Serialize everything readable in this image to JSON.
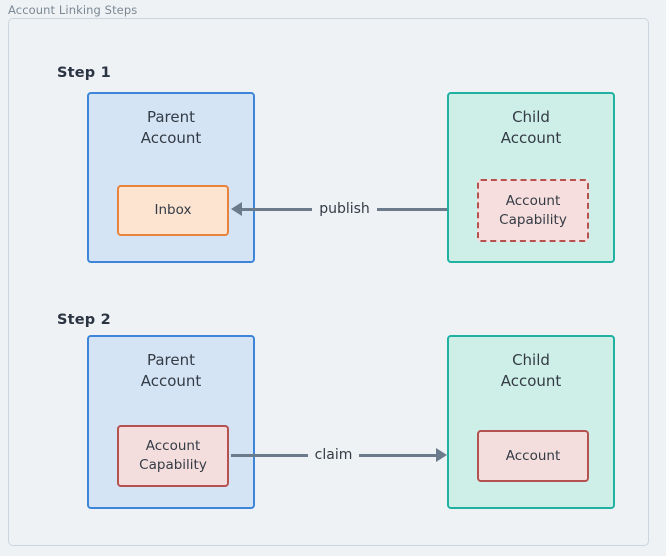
{
  "panel": {
    "title": "Account Linking Steps",
    "border_color": "#ccd4dd",
    "background": "#eef2f5"
  },
  "steps": [
    {
      "label": "Step 1",
      "parent": {
        "title": "Parent\nAccount",
        "fill": "#d4e4f5",
        "stroke": "#3d85d8",
        "inner": {
          "label": "Inbox",
          "fill": "#fce4d1",
          "stroke": "#e8833b",
          "dashed": false
        }
      },
      "child": {
        "title": "Child\nAccount",
        "fill": "#cdefe8",
        "stroke": "#1fb2a0",
        "inner": {
          "label": "Account\nCapability",
          "fill": "#f5dedd",
          "stroke": "#b5524f",
          "dashed": true
        }
      },
      "arrow": {
        "label": "publish",
        "direction": "left",
        "color": "#6b7b8c"
      }
    },
    {
      "label": "Step 2",
      "parent": {
        "title": "Parent\nAccount",
        "fill": "#d4e4f5",
        "stroke": "#3d85d8",
        "inner": {
          "label": "Account\nCapability",
          "fill": "#f3dedd",
          "stroke": "#b5524f",
          "dashed": false
        }
      },
      "child": {
        "title": "Child\nAccount",
        "fill": "#cdefe8",
        "stroke": "#1fb2a0",
        "inner": {
          "label": "Account",
          "fill": "#f3dedd",
          "stroke": "#b5524f",
          "dashed": false
        }
      },
      "arrow": {
        "label": "claim",
        "direction": "right",
        "color": "#6b7b8c"
      }
    }
  ]
}
